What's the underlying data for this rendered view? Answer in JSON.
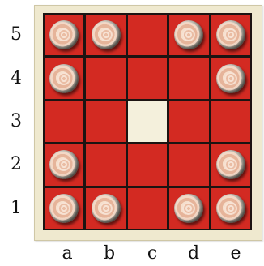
{
  "board": {
    "rows": [
      "5",
      "4",
      "3",
      "2",
      "1"
    ],
    "columns": [
      "a",
      "b",
      "c",
      "d",
      "e"
    ],
    "colors": {
      "square": "#d32a22",
      "center_square": "#f4f0dc",
      "frame": "#efe9cf",
      "grid_lines": "#1c1412"
    },
    "cells": [
      [
        1,
        1,
        0,
        1,
        1
      ],
      [
        1,
        0,
        0,
        0,
        1
      ],
      [
        0,
        0,
        2,
        0,
        0
      ],
      [
        1,
        0,
        0,
        0,
        1
      ],
      [
        1,
        1,
        0,
        1,
        1
      ]
    ],
    "legend": "cell values: 1 = piece, 0 = empty, 2 = empty center square"
  }
}
